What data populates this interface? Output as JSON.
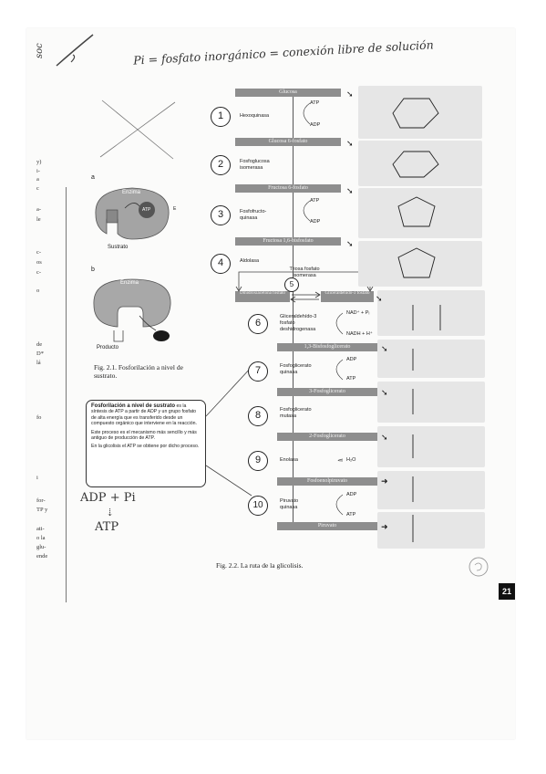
{
  "annotations": {
    "handwritten_top": "Pi = fosfato inorgánico = conexión libre de solución",
    "handwritten_adp": "ADP + Pi",
    "handwritten_atp": "ATP",
    "top_corner": "soc"
  },
  "figure_2_1": {
    "label_a": "a",
    "label_b": "b",
    "enzyme_a": "Enzima",
    "enzyme_b": "Enzima",
    "substrate": "Sustrato",
    "product": "Producto",
    "atp_tag": "ATP",
    "e_tag": "E",
    "caption": "Fig. 2.1. Fosforilación a nivel de sustrato."
  },
  "callout": {
    "title": "Fosforilación a nivel de sustrato",
    "p1": "es la síntesis de ATP a partir de ADP y un grupo fosfato de alta energía que es transferido desde un compuesto orgánico que interviene en la reacción.",
    "p2": "Este proceso es el mecanismo más sencillo y más antiguo de producción de ATP.",
    "p3": "En la glicolisis el ATP se obtiene por dicho proceso."
  },
  "pathway": {
    "steps": [
      {
        "n": "1",
        "enzyme": "Hexoquinasa",
        "in": "ATP",
        "out": "ADP"
      },
      {
        "n": "2",
        "enzyme": "Fosfoglucosa isomerasa"
      },
      {
        "n": "3",
        "enzyme": "Fosfofructo-quinasa",
        "in": "ATP",
        "out": "ADP"
      },
      {
        "n": "4",
        "enzyme": "Aldolasa"
      },
      {
        "n": "5",
        "enzyme": "Triosa fosfato isomerasa"
      },
      {
        "n": "6",
        "enzyme": "Gliceraldehído-3 fosfato deshidrogenasa",
        "in": "NAD⁺ + Pᵢ",
        "out": "NADH + H⁺"
      },
      {
        "n": "7",
        "enzyme": "Fosfoglicerato quinasa",
        "in": "ADP",
        "out": "ATP"
      },
      {
        "n": "8",
        "enzyme": "Fosfoglicerato mutasa"
      },
      {
        "n": "9",
        "enzyme": "Enolasa",
        "out": "H₂O"
      },
      {
        "n": "10",
        "enzyme": "Piruvato quinasa",
        "in": "ADP",
        "out": "ATP"
      }
    ],
    "metabolites": [
      "Glucosa",
      "Glucosa 6-fosfato",
      "Fructosa 6-fosfato",
      "Fructosa 1,6-bisfosfato",
      "Dihidroxiacetona fosfato",
      "Gliceraldehído-3 fosfato",
      "1,3-Bisfosfoglicerato",
      "3-Fosfoglicerato",
      "2-Fosfoglicerato",
      "Fosfoenolpiruvato",
      "Piruvato"
    ],
    "caption": "Fig. 2.2. La ruta de la glicolisis."
  },
  "margin_left": [
    "y)",
    "i-",
    "a",
    "c",
    "a-",
    "le",
    "c-",
    "os",
    "c-",
    "o",
    "de",
    "D*",
    "lá",
    "fo",
    "i",
    "for-",
    "TP y",
    "ati-",
    "o la",
    "glu-",
    "ende"
  ],
  "page_number": "21"
}
